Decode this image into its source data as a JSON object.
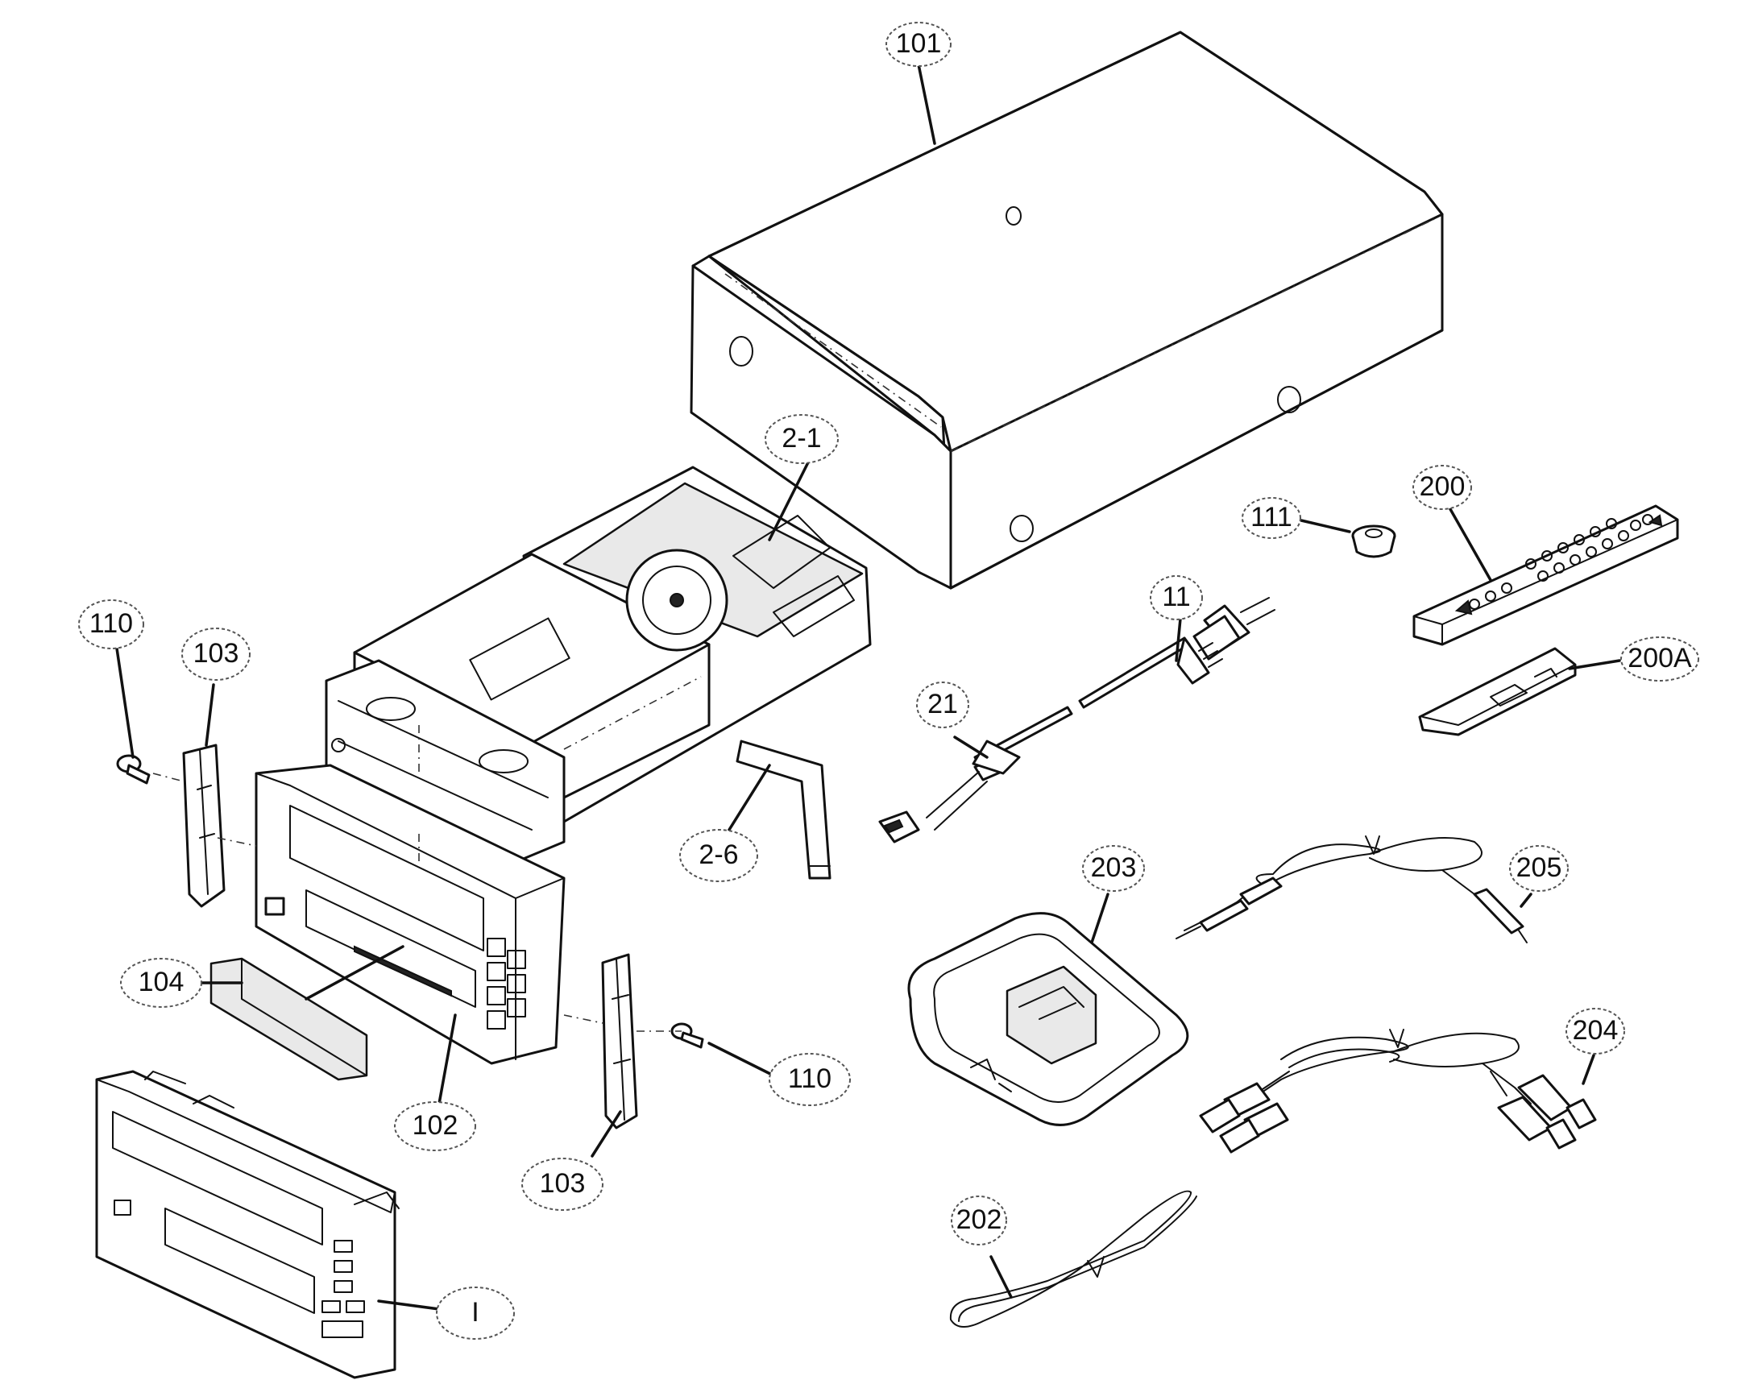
{
  "callouts": {
    "c101": "101",
    "c2_1": "2-1",
    "c111": "111",
    "c200": "200",
    "c11": "11",
    "c21": "21",
    "c200a": "200A",
    "c110_left": "110",
    "c103_top": "103",
    "c2_6": "2-6",
    "c203": "203",
    "c205": "205",
    "c104": "104",
    "c110_right": "110",
    "c204": "204",
    "c102": "102",
    "c103_bottom": "103",
    "c202": "202",
    "c1": "I"
  }
}
